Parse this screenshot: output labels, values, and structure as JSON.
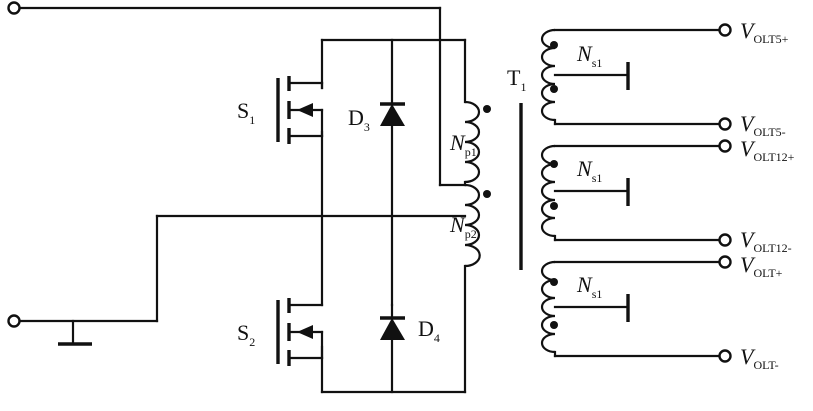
{
  "labels": {
    "s1": {
      "main": "S",
      "sub": "1"
    },
    "s2": {
      "main": "S",
      "sub": "2"
    },
    "d3": {
      "main": "D",
      "sub": "3"
    },
    "d4": {
      "main": "D",
      "sub": "4"
    },
    "t1": {
      "main": "T",
      "sub": "1"
    },
    "np1": {
      "main": "N",
      "sub": "p1"
    },
    "np2": {
      "main": "N",
      "sub": "p2"
    },
    "ns1_a": {
      "main": "N",
      "sub": "s1"
    },
    "ns1_b": {
      "main": "N",
      "sub": "s1"
    },
    "ns1_c": {
      "main": "N",
      "sub": "s1"
    }
  },
  "outputs": [
    {
      "main": "V",
      "sub": "OLT5+"
    },
    {
      "main": "V",
      "sub": "OLT5-"
    },
    {
      "main": "V",
      "sub": "OLT12+"
    },
    {
      "main": "V",
      "sub": "OLT12-"
    },
    {
      "main": "V",
      "sub": "OLT+"
    },
    {
      "main": "V",
      "sub": "OLT-"
    }
  ]
}
